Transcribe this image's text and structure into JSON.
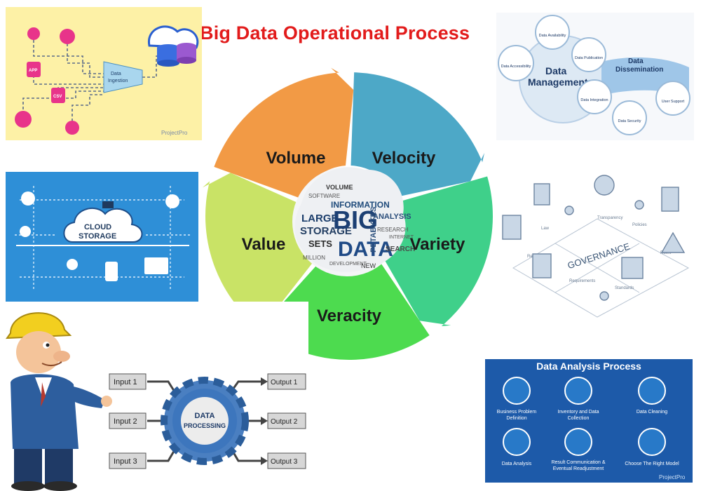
{
  "title": "Big Data Operational Process",
  "colors": {
    "title": "#e21b1b",
    "volume": "#f29a45",
    "velocity": "#4da8c7",
    "variety": "#3fd08a",
    "veracity": "#4ddb4f",
    "value": "#c9e366"
  },
  "wheel": {
    "segments": [
      {
        "label": "Volume"
      },
      {
        "label": "Velocity"
      },
      {
        "label": "Variety"
      },
      {
        "label": "Veracity"
      },
      {
        "label": "Value"
      }
    ],
    "center_words": [
      "BIG",
      "DATA",
      "INFORMATION",
      "LARGE",
      "STORAGE",
      "SETS",
      "ANALYSIS",
      "PETABYTES",
      "SEARCH",
      "MILLION",
      "SOFTWARE",
      "VOLUME",
      "RESEARCH",
      "DEVELOPMENT",
      "INTERNET",
      "NEW"
    ]
  },
  "ingestion_panel": {
    "node_label_1": "Data",
    "node_label_2": "Ingestion",
    "logo": "ProjectPro",
    "tags": [
      "APP",
      "CSV"
    ]
  },
  "data_management_panel": {
    "heading_1": "Data",
    "heading_2": "Management",
    "dissemination_1": "Data",
    "dissemination_2": "Dissemination",
    "nodes": [
      "Data Accessibility",
      "Data Availability",
      "Data Publication",
      "Data Integration",
      "Data Security",
      "User Support"
    ]
  },
  "cloud_panel": {
    "line1": "CLOUD",
    "line2": "STORAGE"
  },
  "governance_panel": {
    "label": "GOVERNANCE",
    "words": [
      "Law",
      "Transparency",
      "Policies",
      "Regulations",
      "Rules",
      "Requirements",
      "Standards"
    ]
  },
  "analysis_panel": {
    "title": "Data Analysis Process",
    "steps": [
      {
        "label_1": "Business Problem",
        "label_2": "Definition"
      },
      {
        "label_1": "Inventory and Data",
        "label_2": "Collection"
      },
      {
        "label_1": "Data Cleaning",
        "label_2": ""
      },
      {
        "label_1": "Data Analysis",
        "label_2": ""
      },
      {
        "label_1": "Result Communication &",
        "label_2": "Eventual Readjustment"
      },
      {
        "label_1": "Choose The Right Model",
        "label_2": ""
      }
    ],
    "logo": "ProjectPro"
  },
  "processing_panel": {
    "inputs": [
      "Input 1",
      "Input 2",
      "Input 3"
    ],
    "outputs": [
      "Output 1",
      "Output 2",
      "Output 3"
    ],
    "gear_label_1": "DATA",
    "gear_label_2": "PROCESSING"
  }
}
